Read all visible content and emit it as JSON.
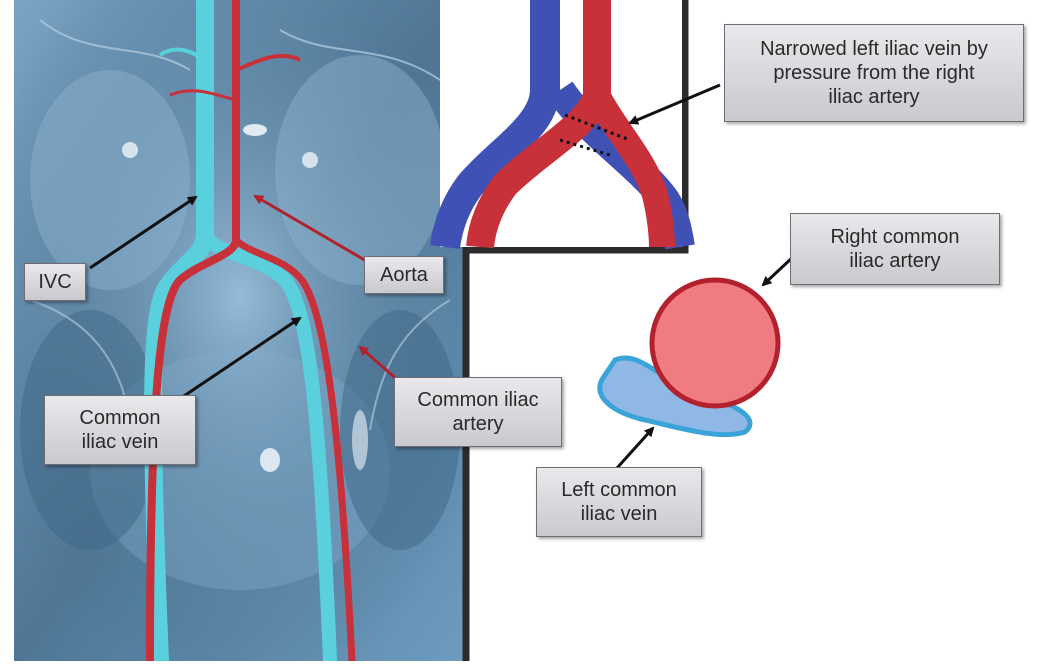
{
  "labels": {
    "ivc": "IVC",
    "aorta": "Aorta",
    "common_iliac_vein": [
      "Common",
      "iliac vein"
    ],
    "common_iliac_artery": [
      "Common iliac",
      "artery"
    ],
    "narrowed_vein": [
      "Narrowed left iliac vein by",
      "pressure from the right",
      "iliac artery"
    ],
    "right_common_iliac_artery": [
      "Right common",
      "iliac artery"
    ],
    "left_common_iliac_vein": [
      "Left common",
      "iliac vein"
    ]
  },
  "colors": {
    "artery": "#c8303a",
    "vein_blue": "#3f51b5",
    "vein_cyan": "#5ad0dc",
    "artery_disc_fill": "#f07b80",
    "vein_disc_fill": "#8fb8e6",
    "vein_disc_stroke": "#3aa3d8",
    "frame": "#2b2b2b",
    "body_bg": "#5f86a6"
  }
}
